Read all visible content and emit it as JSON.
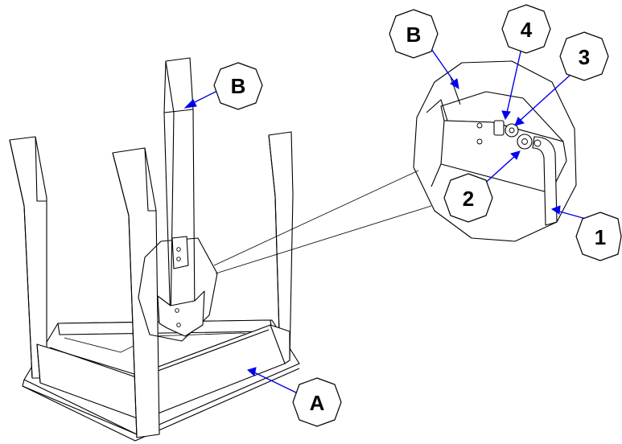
{
  "callouts": {
    "a": "A",
    "b_leg": "B",
    "b_detail": "B",
    "one": "1",
    "two": "2",
    "three": "3",
    "four": "4"
  },
  "colors": {
    "line": "#000000",
    "leader": "#0000ee",
    "background": "#ffffff"
  }
}
